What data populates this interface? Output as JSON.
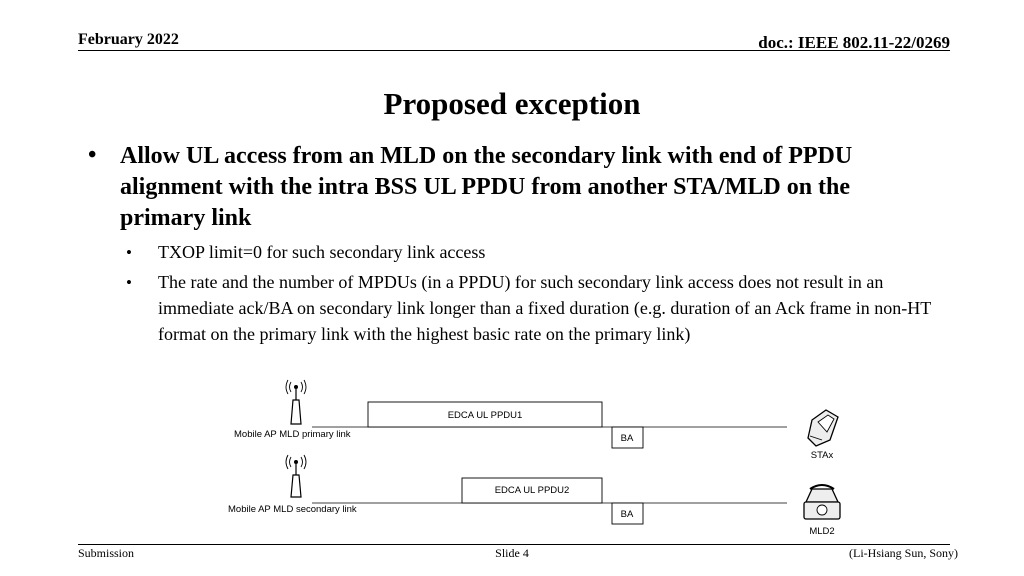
{
  "header": {
    "date": "February 2022",
    "doc": "doc.: IEEE 802.11-22/0269"
  },
  "title": "Proposed exception",
  "bullets": {
    "main": "Allow UL access from an MLD on the secondary link with end of PPDU alignment with the intra BSS UL PPDU from another STA/MLD on the primary link",
    "sub1": "TXOP limit=0 for such secondary link access",
    "sub2": "The rate and the number of MPDUs (in a PPDU) for such secondary link access does not result in an immediate ack/BA on secondary link longer than a fixed duration (e.g. duration of an Ack frame in non-HT format on the primary link with the highest basic rate on the primary link)",
    "marker_main": "•",
    "marker_sub": "•"
  },
  "diagram": {
    "primary_label": "Mobile AP MLD primary link",
    "secondary_label": "Mobile AP MLD secondary link",
    "ppdu1": "EDCA UL PPDU1",
    "ppdu2": "EDCA UL PPDU2",
    "ba1": "BA",
    "ba2": "BA",
    "sta": "STAx",
    "mld": "MLD2"
  },
  "footer": {
    "left": "Submission",
    "center": "Slide 4",
    "right": "(Li-Hsiang Sun, Sony)"
  }
}
